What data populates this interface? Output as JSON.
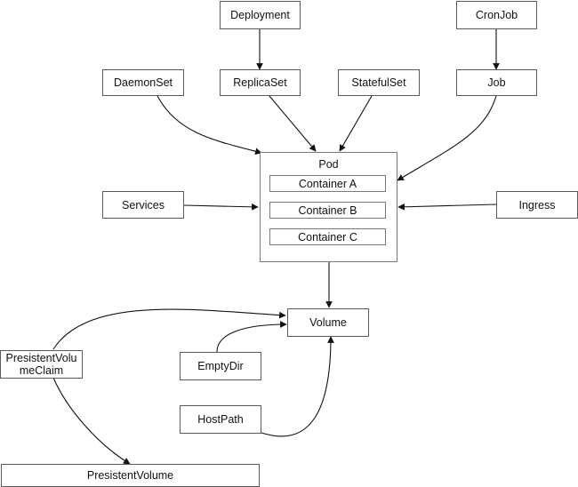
{
  "nodes": {
    "deployment": "Deployment",
    "cronjob": "CronJob",
    "daemonset": "DaemonSet",
    "replicaset": "ReplicaSet",
    "statefulset": "StatefulSet",
    "job": "Job",
    "pod": "Pod",
    "container_a": "Container A",
    "container_b": "Container B",
    "container_c": "Container C",
    "services": "Services",
    "ingress": "Ingress",
    "volume": "Volume",
    "pvc": "PresistentVolumeClaim",
    "emptydir": "EmptyDir",
    "hostpath": "HostPath",
    "pv": "PresistentVolume"
  },
  "edges": [
    {
      "from": "Deployment",
      "to": "ReplicaSet"
    },
    {
      "from": "CronJob",
      "to": "Job"
    },
    {
      "from": "DaemonSet",
      "to": "Pod"
    },
    {
      "from": "ReplicaSet",
      "to": "Pod"
    },
    {
      "from": "StatefulSet",
      "to": "Pod"
    },
    {
      "from": "Job",
      "to": "Pod"
    },
    {
      "from": "Services",
      "to": "Pod"
    },
    {
      "from": "Ingress",
      "to": "Pod"
    },
    {
      "from": "Pod",
      "to": "Volume"
    },
    {
      "from": "PresistentVolumeClaim",
      "to": "Volume"
    },
    {
      "from": "EmptyDir",
      "to": "Volume"
    },
    {
      "from": "HostPath",
      "to": "Volume"
    },
    {
      "from": "PresistentVolumeClaim",
      "to": "PresistentVolume"
    }
  ],
  "colors": {
    "stroke": "#111111",
    "border": "#5a5a5a"
  }
}
